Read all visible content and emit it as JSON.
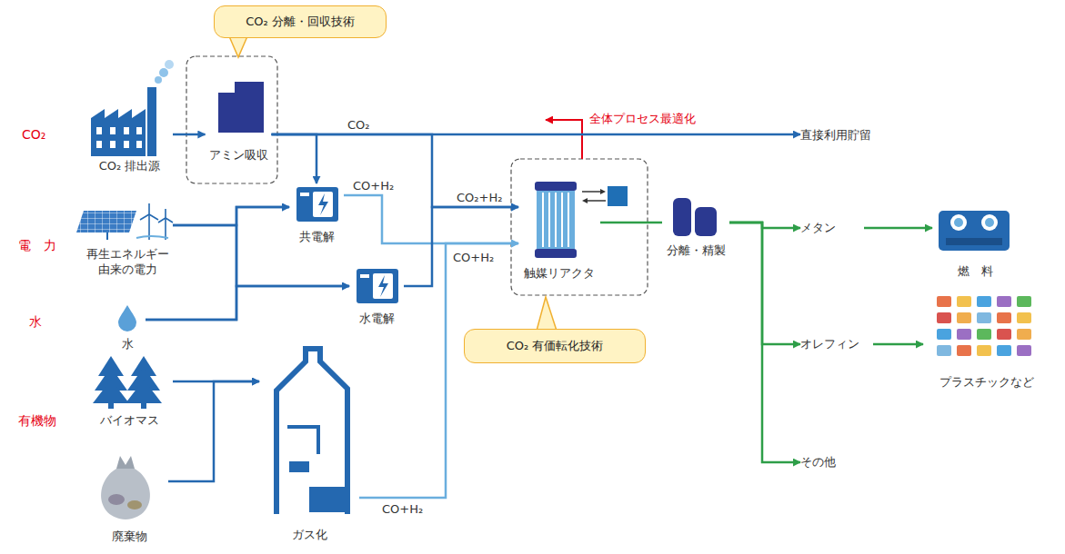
{
  "diagram": {
    "nodes": [
      {
        "text": [
          "CO₂ 分離・回収技術"
        ]
      },
      {
        "text": [
          "CO₂ 排出源"
        ]
      },
      {
        "text": [
          "アミン吸収"
        ]
      },
      {
        "text": [
          "再生エネルギー 由来の電力"
        ]
      },
      {
        "text": [
          "水"
        ]
      },
      {
        "text": [
          "共電解"
        ]
      },
      {
        "text": [
          "水電解"
        ]
      },
      {
        "text": [
          "触媒リアクタ"
        ]
      },
      {
        "text": [
          "分離・精製"
        ]
      },
      {
        "text": [
          "CO₂ 有価転化技術"
        ]
      },
      {
        "text": [
          "直接利用貯留"
        ]
      },
      {
        "text": [
          "メタン"
        ]
      },
      {
        "text": [
          "燃　料"
        ]
      },
      {
        "text": [
          "オレフィン"
        ]
      },
      {
        "text": [
          "プラスチックなど"
        ]
      },
      {
        "text": [
          "その他"
        ]
      },
      {
        "text": [
          "バイオマス"
        ]
      },
      {
        "text": [
          "廃棄物"
        ]
      },
      {
        "text": [
          "ガス化"
        ]
      }
    ],
    "edges": [
      {
        "from": 1,
        "to": 2,
        "arrow": "to"
      },
      {
        "from": 2,
        "to": 10,
        "label": "CO₂",
        "arrow": "to"
      },
      {
        "from": 2,
        "to": 5,
        "arrow": "to"
      },
      {
        "from": 3,
        "to": 5,
        "arrow": "to"
      },
      {
        "from": 4,
        "to": 5,
        "arrow": "to"
      },
      {
        "from": 3,
        "to": 6,
        "arrow": "to"
      },
      {
        "from": 4,
        "to": 6,
        "arrow": "to"
      },
      {
        "from": 5,
        "to": 7,
        "label": "CO+H₂",
        "arrow": "to"
      },
      {
        "from": 2,
        "to": 7,
        "label": "CO₂+H₂",
        "arrow": "to"
      },
      {
        "from": 6,
        "to": 7,
        "arrow": "to"
      },
      {
        "from": 18,
        "to": 7,
        "label": "CO+H₂",
        "arrow": "to"
      },
      {
        "from": 16,
        "to": 18,
        "arrow": "to"
      },
      {
        "from": 17,
        "to": 18,
        "arrow": "to"
      },
      {
        "from": 7,
        "to": 8,
        "arrow": "none"
      },
      {
        "from": 8,
        "to": 11,
        "arrow": "to"
      },
      {
        "from": 8,
        "to": 13,
        "arrow": "to"
      },
      {
        "from": 8,
        "to": 15,
        "arrow": "to"
      },
      {
        "from": 11,
        "to": 12,
        "arrow": "to"
      },
      {
        "from": 13,
        "to": 14,
        "arrow": "to"
      }
    ],
    "labels": [
      "CO₂",
      "電　力",
      "水",
      "有機物",
      "全体プロセス最適化",
      "CO+H₂"
    ]
  }
}
